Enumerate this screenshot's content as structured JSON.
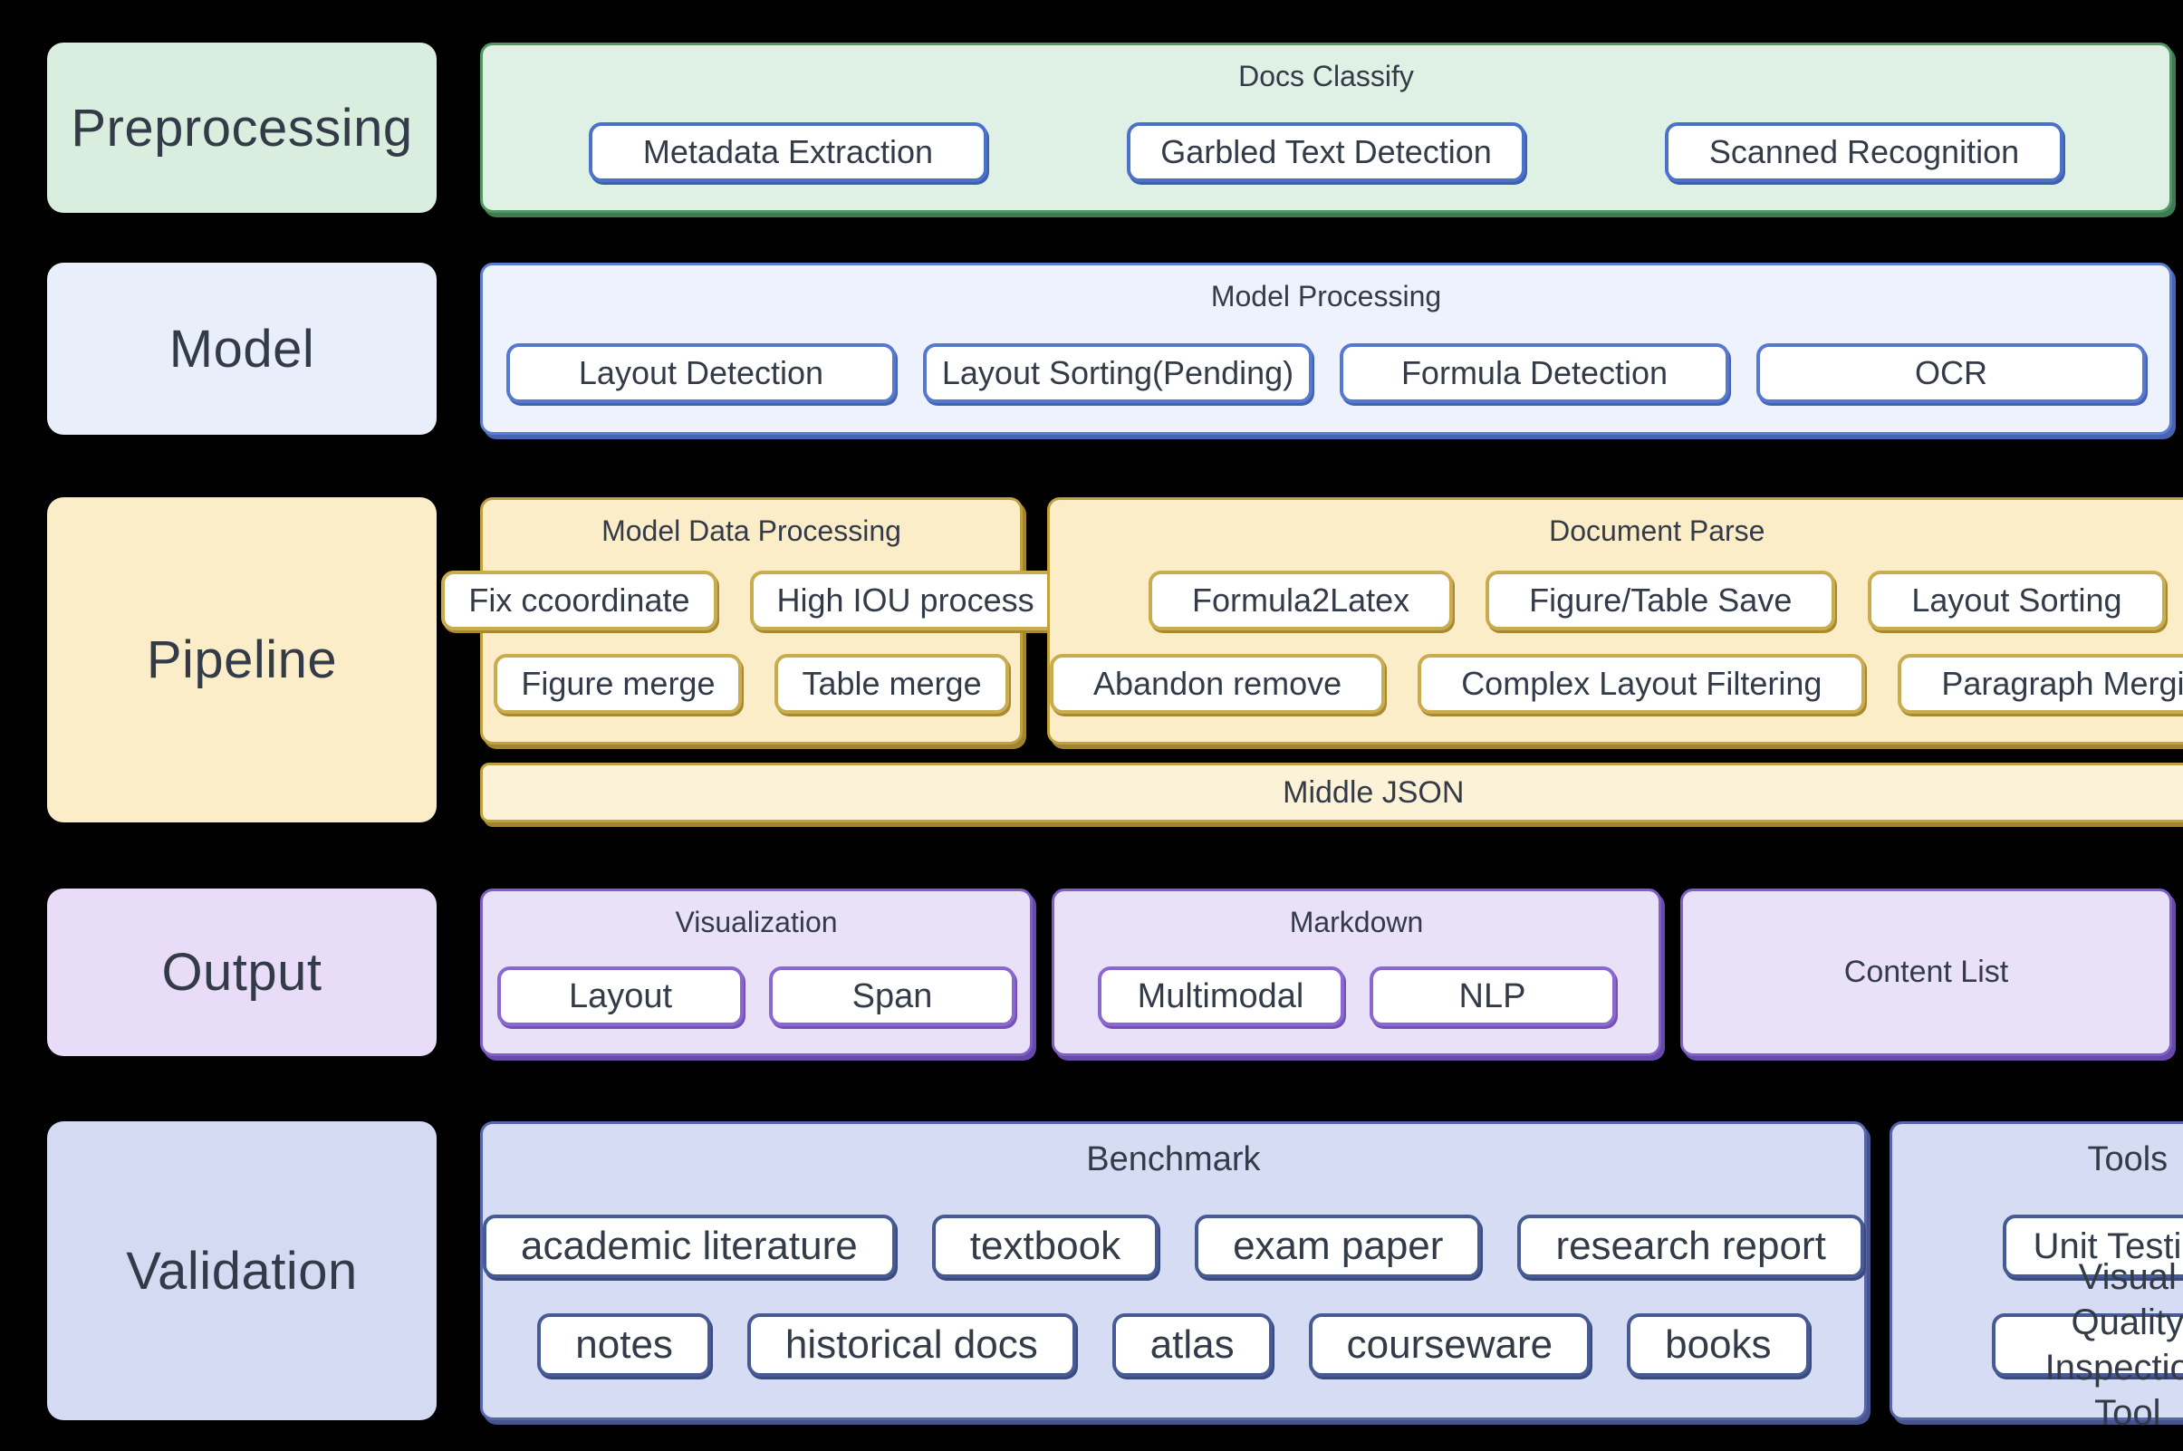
{
  "palette": {
    "background": "#000000",
    "text": "#343b48",
    "green": {
      "label_bg": "#d9eedf",
      "section_bg": "#def1e4",
      "section_border": "#4f9763",
      "node_border": "#4b72cb"
    },
    "blue": {
      "label_bg": "#e9eefb",
      "section_bg": "#edf2fd",
      "section_border": "#5b7ed2",
      "node_border": "#5579cf"
    },
    "yellow": {
      "label_bg": "#faedc8",
      "section_bg": "#faedc8",
      "section_border": "#c1a13e",
      "node_border": "#c9ab50",
      "bar_bg": "#fcf2d8"
    },
    "purple": {
      "label_bg": "#e9dcf8",
      "section_bg": "#e9e1f8",
      "section_border": "#7e5ec8",
      "node_border": "#8a68cf"
    },
    "navy": {
      "label_bg": "#d4daf1",
      "section_bg": "#d6dcf3",
      "section_border": "#5765a9",
      "node_border": "#475a94"
    }
  },
  "rows": [
    {
      "label": "Preprocessing",
      "sections": [
        {
          "title": "Docs Classify",
          "buttons": [
            "Metadata Extraction",
            "Garbled Text Detection",
            "Scanned Recognition"
          ]
        }
      ]
    },
    {
      "label": "Model",
      "sections": [
        {
          "title": "Model Processing",
          "buttons": [
            "Layout Detection",
            "Layout Sorting(Pending)",
            "Formula Detection",
            "OCR"
          ]
        }
      ]
    },
    {
      "label": "Pipeline",
      "sections": [
        {
          "title": "Model Data Processing",
          "button_rows": [
            [
              "Fix ccoordinate",
              "High IOU process"
            ],
            [
              "Figure merge",
              "Table merge"
            ]
          ]
        },
        {
          "title": "Document Parse",
          "button_rows": [
            [
              "Formula2Latex",
              "Figure/Table Save",
              "Layout Sorting"
            ],
            [
              "Abandon remove",
              "Complex Layout Filtering",
              "Paragraph Merging"
            ]
          ]
        }
      ],
      "bar": "Middle JSON"
    },
    {
      "label": "Output",
      "sections": [
        {
          "title": "Visualization",
          "buttons": [
            "Layout",
            "Span"
          ]
        },
        {
          "title": "Markdown",
          "buttons": [
            "Multimodal",
            "NLP"
          ]
        },
        {
          "title": "Content List",
          "buttons": []
        }
      ]
    },
    {
      "label": "Validation",
      "sections": [
        {
          "title": "Benchmark",
          "button_rows": [
            [
              "academic literature",
              "textbook",
              "exam paper",
              "research report"
            ],
            [
              "notes",
              "historical docs",
              "atlas",
              "courseware",
              "books"
            ]
          ]
        },
        {
          "title": "Tools",
          "button_rows": [
            [
              "Unit Testing"
            ],
            [
              "Visual Quality Inspection Tool"
            ]
          ]
        }
      ]
    }
  ]
}
